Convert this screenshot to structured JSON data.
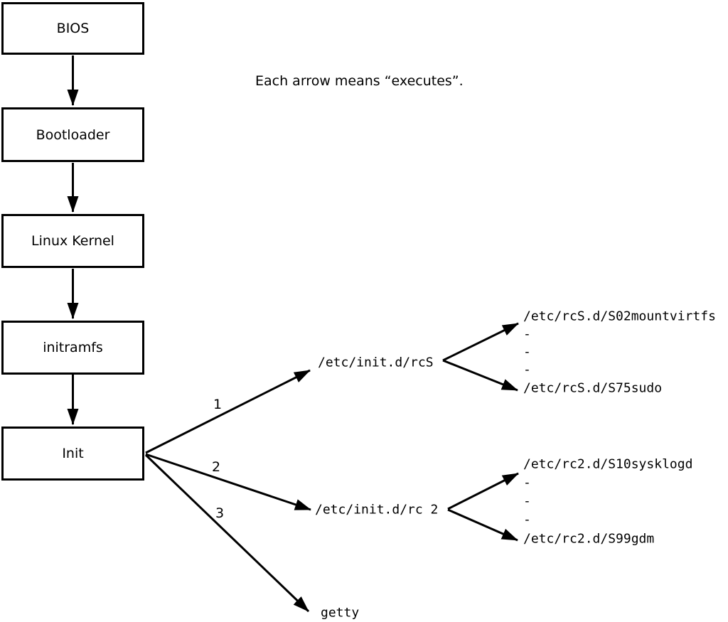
{
  "note": "Each arrow means “executes”.",
  "colors": {
    "line": "#000000",
    "background": "#ffffff",
    "box_fill": "#ffffff"
  },
  "boxes": [
    {
      "id": "bios",
      "label": "BIOS"
    },
    {
      "id": "bootloader",
      "label": "Bootloader"
    },
    {
      "id": "linux-kernel",
      "label": "Linux Kernel"
    },
    {
      "id": "initramfs",
      "label": "initramfs"
    },
    {
      "id": "init",
      "label": "Init"
    }
  ],
  "branch_labels": [
    "1",
    "2",
    "3"
  ],
  "paths": {
    "rcs": "/etc/init.d/rcS",
    "rcs_children": [
      "/etc/rcS.d/S02mountvirtfs",
      "-",
      "-",
      "-",
      "/etc/rcS.d/S75sudo"
    ],
    "rc2": "/etc/init.d/rc 2",
    "rc2_children": [
      "/etc/rc2.d/S10sysklogd",
      "-",
      "-",
      "-",
      "/etc/rc2.d/S99gdm"
    ],
    "getty": "getty"
  }
}
